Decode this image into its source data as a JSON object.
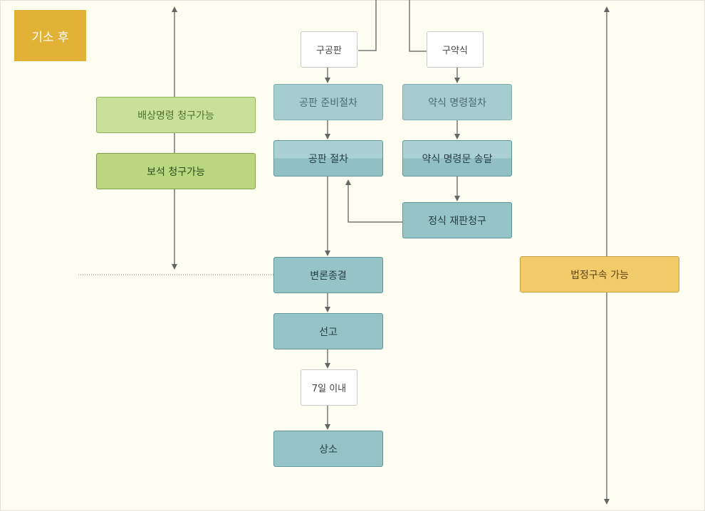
{
  "header": {
    "tag_label": "기소 후"
  },
  "flow": {
    "gu_gongpan": "구공판",
    "gu_yaksik": "구약식",
    "gongpan_prep": "공판 준비절차",
    "gongpan": "공판 절차",
    "byeollon": "변론종결",
    "seongo": "선고",
    "within_days": "7일 이내",
    "sangso": "상소",
    "yaksik_order": "약식 명령절차",
    "yaksik_send": "약식 명령문 송달",
    "jeongsik": "정식 재판청구"
  },
  "left": {
    "baesang": "배상명령 청구가능",
    "boseok": "보석 청구가능"
  },
  "right": {
    "detention": "법정구속 가능"
  },
  "colors": {
    "tag": "#e2b236",
    "teal": "#95c3c6",
    "green": "#bad77f",
    "yellow": "#f2cb6a",
    "background": "#fdfdf1"
  }
}
